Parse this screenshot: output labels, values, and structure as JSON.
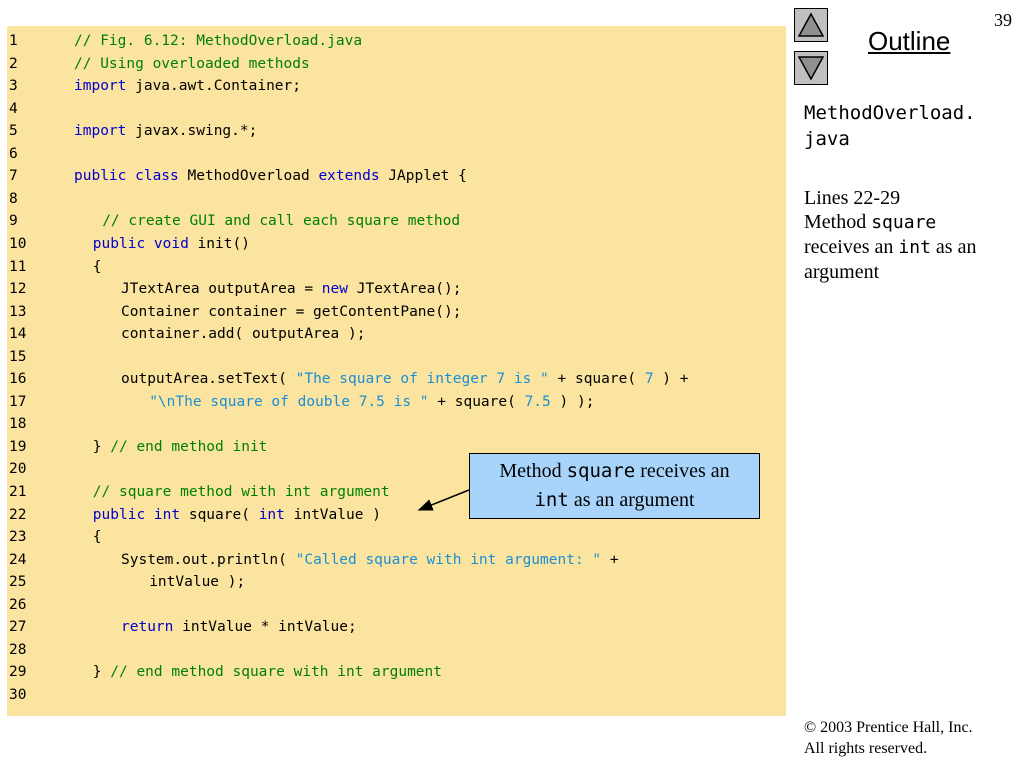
{
  "page_number": "39",
  "outline_label": "Outline",
  "nav": {
    "up_label": "Previous",
    "down_label": "Next"
  },
  "file_name_line1": "MethodOverload.",
  "file_name_line2": "java",
  "side_note": {
    "lines_ref": "Lines 22-29",
    "method_word": "Method ",
    "method_name": "square",
    "receives": "receives an ",
    "type": "int",
    "as_an": " as an",
    "argument": "argument"
  },
  "callout": {
    "method_word": "Method ",
    "method_name": "square",
    "receives": " receives an",
    "type": "int",
    "rest": " as an argument"
  },
  "copyright": {
    "line1": "© 2003 Prentice Hall, Inc.",
    "line2": "All rights reserved."
  },
  "code_lines": [
    {
      "n": "1",
      "indent": 0,
      "tokens": [
        [
          "comment",
          "// Fig. 6.12: MethodOverload.java"
        ]
      ]
    },
    {
      "n": "2",
      "indent": 0,
      "tokens": [
        [
          "comment",
          "// Using overloaded methods"
        ]
      ]
    },
    {
      "n": "3",
      "indent": 0,
      "tokens": [
        [
          "keyword",
          "import"
        ],
        [
          "plain",
          " java.awt.Container;"
        ]
      ]
    },
    {
      "n": "4",
      "indent": 0,
      "tokens": []
    },
    {
      "n": "5",
      "indent": 0,
      "tokens": [
        [
          "keyword",
          "import"
        ],
        [
          "plain",
          " javax.swing.*;"
        ]
      ]
    },
    {
      "n": "6",
      "indent": 0,
      "tokens": []
    },
    {
      "n": "7",
      "indent": 0,
      "tokens": [
        [
          "keyword",
          "public class"
        ],
        [
          "plain",
          " MethodOverload "
        ],
        [
          "keyword",
          "extends"
        ],
        [
          "plain",
          " JApplet {"
        ]
      ]
    },
    {
      "n": "8",
      "indent": 0,
      "tokens": []
    },
    {
      "n": "9",
      "indent": 3,
      "tokens": [
        [
          "comment",
          "// create GUI and call each square method"
        ]
      ]
    },
    {
      "n": "10",
      "indent": 2,
      "tokens": [
        [
          "keyword",
          "public void"
        ],
        [
          "plain",
          " init()"
        ]
      ]
    },
    {
      "n": "11",
      "indent": 2,
      "tokens": [
        [
          "plain",
          "{"
        ]
      ]
    },
    {
      "n": "12",
      "indent": 5,
      "tokens": [
        [
          "plain",
          "JTextArea outputArea = "
        ],
        [
          "keyword",
          "new"
        ],
        [
          "plain",
          " JTextArea();"
        ]
      ]
    },
    {
      "n": "13",
      "indent": 5,
      "tokens": [
        [
          "plain",
          "Container container = getContentPane();"
        ]
      ]
    },
    {
      "n": "14",
      "indent": 5,
      "tokens": [
        [
          "plain",
          "container.add( outputArea );"
        ]
      ]
    },
    {
      "n": "15",
      "indent": 0,
      "tokens": []
    },
    {
      "n": "16",
      "indent": 5,
      "tokens": [
        [
          "plain",
          "outputArea.setText( "
        ],
        [
          "string",
          "\"The square of integer 7 is \""
        ],
        [
          "plain",
          " + square( "
        ],
        [
          "number",
          "7"
        ],
        [
          "plain",
          " ) +"
        ]
      ]
    },
    {
      "n": "17",
      "indent": 8,
      "tokens": [
        [
          "string",
          "\"\\nThe square of double 7.5 is \""
        ],
        [
          "plain",
          " + square( "
        ],
        [
          "number",
          "7.5"
        ],
        [
          "plain",
          " ) );"
        ]
      ]
    },
    {
      "n": "18",
      "indent": 0,
      "tokens": []
    },
    {
      "n": "19",
      "indent": 2,
      "tokens": [
        [
          "plain",
          "} "
        ],
        [
          "comment",
          "// end method init"
        ]
      ]
    },
    {
      "n": "20",
      "indent": 0,
      "tokens": []
    },
    {
      "n": "21",
      "indent": 2,
      "tokens": [
        [
          "comment",
          "// square method with int argument"
        ]
      ]
    },
    {
      "n": "22",
      "indent": 2,
      "tokens": [
        [
          "keyword",
          "public int"
        ],
        [
          "plain",
          " square( "
        ],
        [
          "keyword",
          "int"
        ],
        [
          "plain",
          " intValue )"
        ]
      ]
    },
    {
      "n": "23",
      "indent": 2,
      "tokens": [
        [
          "plain",
          "{"
        ]
      ]
    },
    {
      "n": "24",
      "indent": 5,
      "tokens": [
        [
          "plain",
          "System.out.println( "
        ],
        [
          "string",
          "\"Called square with int argument: \""
        ],
        [
          "plain",
          " +"
        ]
      ]
    },
    {
      "n": "25",
      "indent": 8,
      "tokens": [
        [
          "plain",
          "intValue );"
        ]
      ]
    },
    {
      "n": "26",
      "indent": 0,
      "tokens": []
    },
    {
      "n": "27",
      "indent": 5,
      "tokens": [
        [
          "keyword",
          "return"
        ],
        [
          "plain",
          " intValue * intValue;"
        ]
      ]
    },
    {
      "n": "28",
      "indent": 0,
      "tokens": []
    },
    {
      "n": "29",
      "indent": 2,
      "tokens": [
        [
          "plain",
          "} "
        ],
        [
          "comment",
          "// end method square with int argument"
        ]
      ]
    },
    {
      "n": "30",
      "indent": 0,
      "tokens": []
    }
  ]
}
